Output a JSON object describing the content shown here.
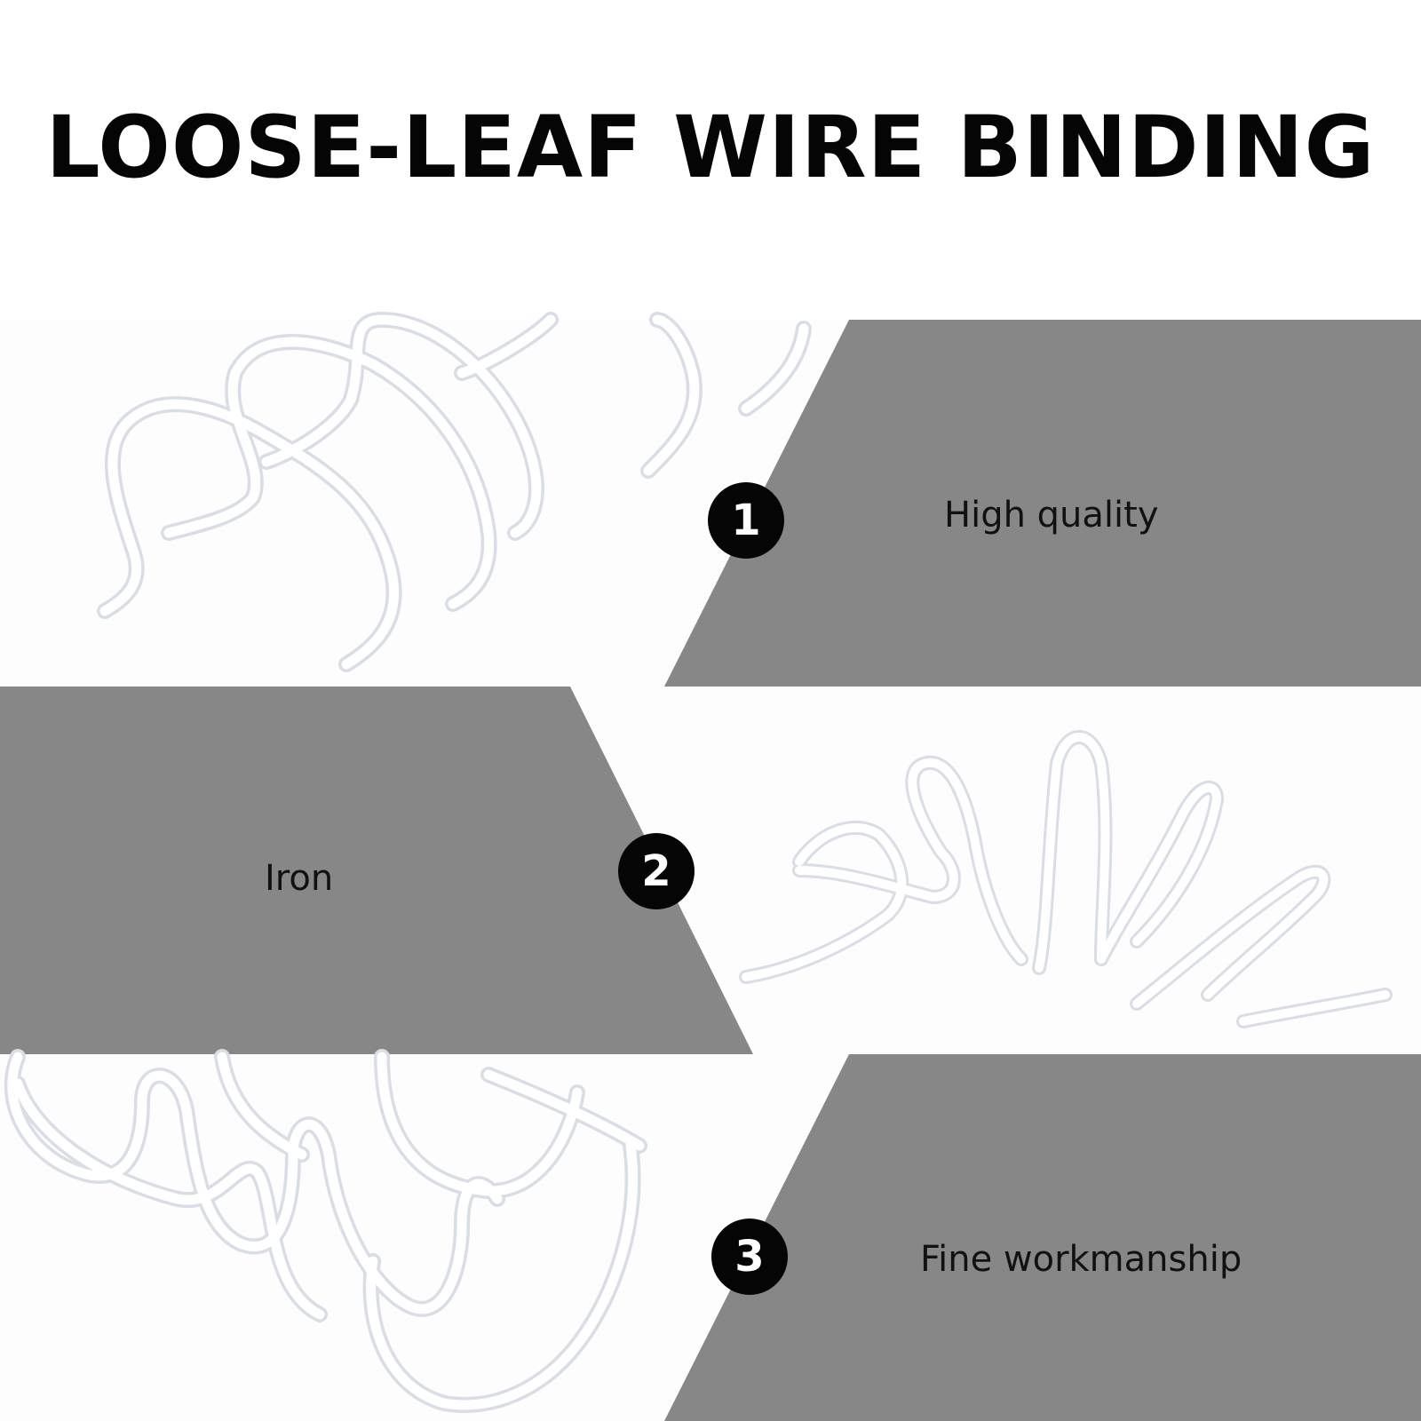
{
  "title": "LOOSE-LEAF WIRE BINDING",
  "colors": {
    "background": "#ffffff",
    "panel_gray": "#878787",
    "badge": "#050505",
    "wire": "#ffffff",
    "wire_shadow": "#d8dde6"
  },
  "features": [
    {
      "number": "1",
      "label": "High quality"
    },
    {
      "number": "2",
      "label": "Iron"
    },
    {
      "number": "3",
      "label": "Fine workmanship"
    }
  ]
}
